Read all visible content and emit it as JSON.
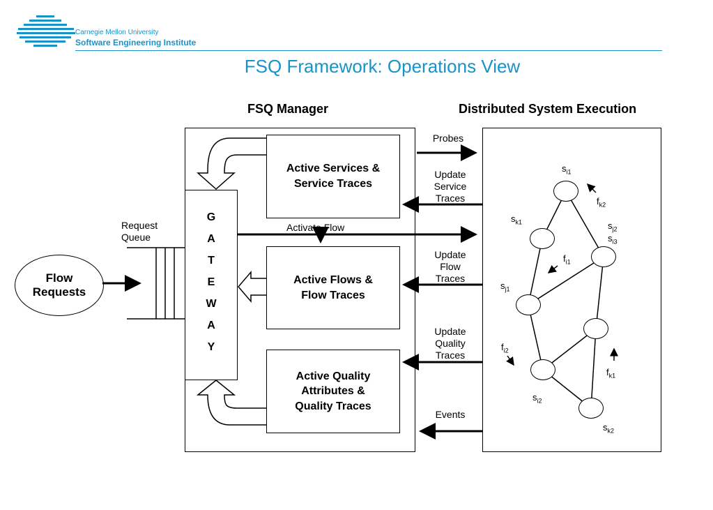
{
  "header": {
    "org_line1": "Carnegie Mellon University",
    "org_line2": "Software Engineering Institute",
    "title": "FSQ Framework: Operations View"
  },
  "diagram": {
    "manager_title": "FSQ Manager",
    "system_title": "Distributed System Execution",
    "gateway_letters": [
      "G",
      "A",
      "T",
      "E",
      "W",
      "A",
      "Y"
    ],
    "boxes": {
      "services": [
        "Active Services &",
        "Service Traces"
      ],
      "flows": [
        "Active Flows &",
        "Flow Traces"
      ],
      "quality": [
        "Active Quality",
        "Attributes &",
        "Quality Traces"
      ]
    },
    "flow_requests": [
      "Flow",
      "Requests"
    ],
    "request_queue": [
      "Request",
      "Queue"
    ],
    "activate_flow": "Activate Flow",
    "arrows": {
      "probes": [
        "Probes"
      ],
      "update_service": [
        "Update",
        "Service",
        "Traces"
      ],
      "update_flow": [
        "Update",
        "Flow",
        "Traces"
      ],
      "update_quality": [
        "Update",
        "Quality",
        "Traces"
      ],
      "events": [
        "Events"
      ]
    },
    "node_labels": {
      "si1": {
        "base": "s",
        "sub": "i1"
      },
      "sk1": {
        "base": "s",
        "sub": "k1"
      },
      "sj2": {
        "base": "s",
        "sub": "j2"
      },
      "si3": {
        "base": "s",
        "sub": "i3"
      },
      "sj1": {
        "base": "s",
        "sub": "j1"
      },
      "si2": {
        "base": "s",
        "sub": "i2"
      },
      "sk2": {
        "base": "s",
        "sub": "k2"
      },
      "fk2": {
        "base": "f",
        "sub": "k2"
      },
      "fi1": {
        "base": "f",
        "sub": "i1"
      },
      "fi2": {
        "base": "f",
        "sub": "i2"
      },
      "fk1": {
        "base": "f",
        "sub": "k1"
      }
    }
  },
  "colors": {
    "accent": "#1793c9",
    "line": "#000000"
  }
}
